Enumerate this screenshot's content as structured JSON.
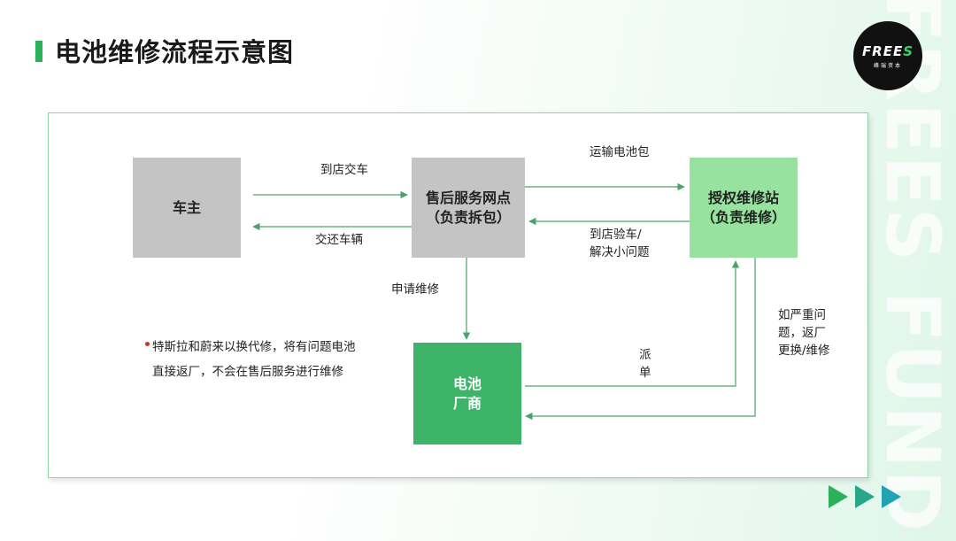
{
  "title": "电池维修流程示意图",
  "logo": {
    "main": "FREE",
    "accent": "S",
    "sub": "峰瑞资本"
  },
  "watermark": "FREES FUND",
  "nodes": {
    "owner": "车主",
    "service": "售后服务网点\n（负责拆包）",
    "repair": "授权维修站\n（负责维修）",
    "factory": "电池\n厂商"
  },
  "edges": {
    "owner_to_service": "到店交车",
    "service_to_owner": "交还车辆",
    "service_to_repair": "运输电池包",
    "repair_to_service": "到店验车/\n解决小问题",
    "service_to_factory": "申请维修",
    "factory_to_repair": "派\n单",
    "repair_to_factory": "如严重问\n题，返厂\n更换/维修"
  },
  "note": "特斯拉和蔚来以换代修，将有问题电池直接返厂，不会在售后服务进行维修",
  "colors": {
    "accent": "#2bb15a",
    "arrow": "#4aa36a",
    "gray_box": "#c4c4c4",
    "light_green_box": "#96e29e",
    "dark_green_box": "#3db468"
  }
}
